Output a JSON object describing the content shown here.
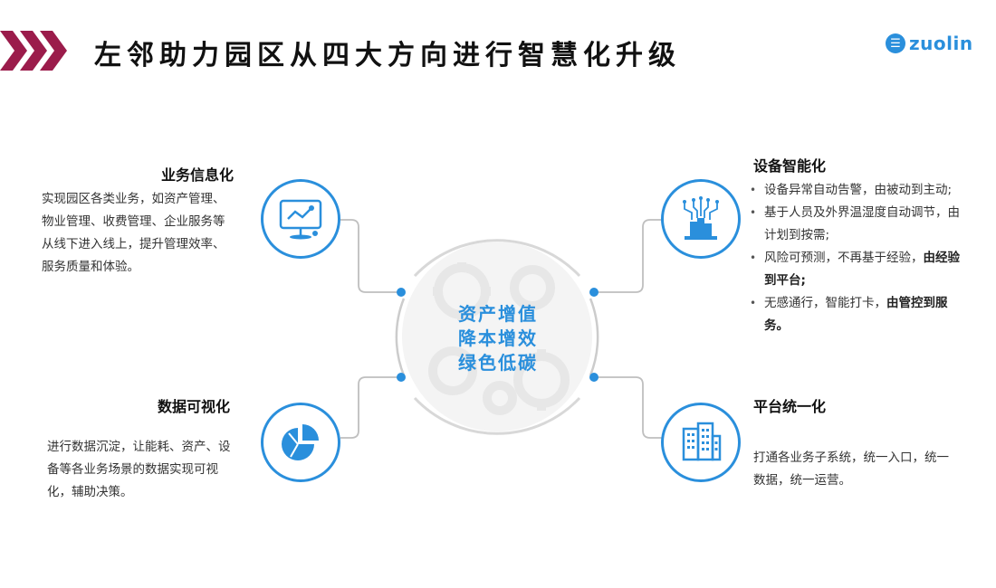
{
  "header": {
    "title": "左邻助力园区从四大方向进行智慧化升级",
    "brand": "zuolin"
  },
  "center": {
    "lines": [
      "资产增值",
      "降本增效",
      "绿色低碳"
    ]
  },
  "sections": {
    "business": {
      "heading": "业务信息化",
      "icon": "monitor-chart-icon",
      "lines": [
        "实现园区各类业务，如资产管理、",
        "物业管理、收费管理、企业服务等",
        "从线下进入线上，提升管理效率、",
        "服务质量和体验。"
      ]
    },
    "visual": {
      "heading": "数据可视化",
      "icon": "pie-chart-icon",
      "lines": [
        "进行数据沉淀，让能耗、资产、设",
        "备等各业务场景的数据实现可视",
        "化，辅助决策。"
      ]
    },
    "device": {
      "heading": "设备智能化",
      "icon": "smart-device-icon",
      "bullets": [
        {
          "lines": [
            "设备异常自动告警，由被动到主动;"
          ]
        },
        {
          "lines": [
            "基于人员及外界温湿度自动调节，由",
            "计划到按需;"
          ]
        },
        {
          "lines": [
            "风险可预测，不再基于经验，",
            "到平台;"
          ],
          "bold": "由经验"
        },
        {
          "lines": [
            "无感通行，智能打卡，",
            "务。"
          ],
          "bold": "由管控到服"
        }
      ]
    },
    "platform": {
      "heading": "平台统一化",
      "icon": "buildings-icon",
      "lines": [
        "打通各业务子系统，统一入口，统一",
        "数据，统一运营。"
      ]
    }
  },
  "colors": {
    "accent": "#2a8fdc",
    "chevron": "#9b1c4b"
  }
}
